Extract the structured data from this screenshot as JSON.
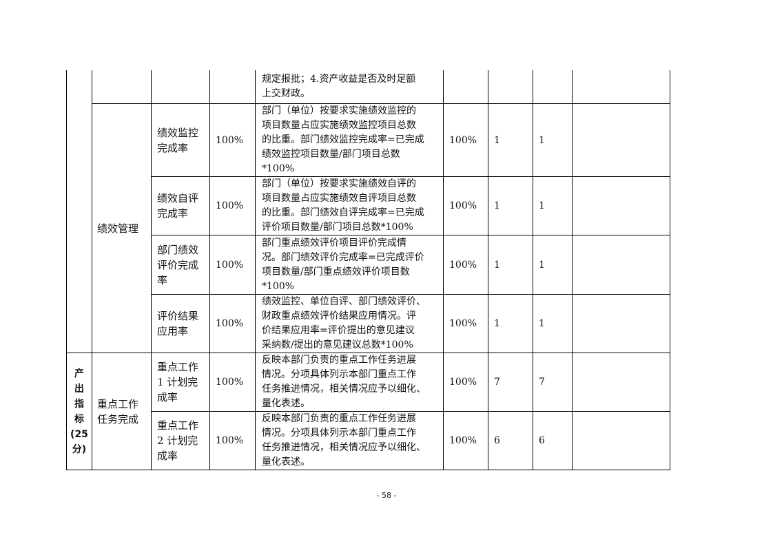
{
  "rows": [
    {
      "level2": "",
      "indicator": "",
      "weight": "",
      "description": "规定报批；4.资产收益是否及时足额\n上交财政。",
      "target": "",
      "score": "",
      "actual": "",
      "remark": ""
    },
    {
      "indicator": "绩效监控\n完成率",
      "weight": "100%",
      "description": "部门（单位）按要求实施绩效监控的\n项目数量占应实施绩效监控项目总数\n的比重。部门绩效监控完成率=已完成\n绩效监控项目数量/部门项目总数\n*100%",
      "target": "100%",
      "score": "1",
      "actual": "1",
      "remark": ""
    },
    {
      "indicator": "绩效自评\n完成率",
      "weight": "100%",
      "description": "部门（单位）按要求实施绩效自评的\n项目数量占应实施绩效自评项目总数\n的比重。部门绩效自评完成率=已完成\n评价项目数量/部门项目总数*100%",
      "target": "100%",
      "score": "1",
      "actual": "1",
      "remark": ""
    },
    {
      "indicator": "部门绩效\n评价完成\n率",
      "weight": "100%",
      "description": "部门重点绩效评价项目评价完成情\n况。部门绩效评价完成率=已完成评价\n项目数量/部门重点绩效评价项目数\n*100%",
      "target": "100%",
      "score": "1",
      "actual": "1",
      "remark": ""
    },
    {
      "indicator": "评价结果\n应用率",
      "weight": "100%",
      "description": "绩效监控、单位自评、部门绩效评价、\n财政重点绩效评价结果应用情况。评\n价结果应用率=评价提出的意见建议\n采纳数/提出的意见建议总数*100%",
      "target": "100%",
      "score": "1",
      "actual": "1",
      "remark": ""
    },
    {
      "indicator": "重点工作\n1 计划完\n成率",
      "weight": "100%",
      "description": "反映本部门负责的重点工作任务进展\n情况。分项具体列示本部门重点工作\n任务推进情况，相关情况应予以细化、\n量化表述。",
      "target": "100%",
      "score": "7",
      "actual": "7",
      "remark": ""
    },
    {
      "indicator": "重点工作\n2 计划完\n成率",
      "weight": "100%",
      "description": "反映本部门负责的重点工作任务进展\n情况。分项具体列示本部门重点工作\n任务推进情况，相关情况应予以细化、\n量化表述。",
      "target": "100%",
      "score": "6",
      "actual": "6",
      "remark": ""
    }
  ],
  "groups": {
    "performance_mgmt": "绩效管理",
    "key_tasks": "重点工作\n任务完成",
    "output_category": "产\n出\n指\n标\n(25\n分)"
  },
  "footer": {
    "page_number": "- 58 -"
  }
}
